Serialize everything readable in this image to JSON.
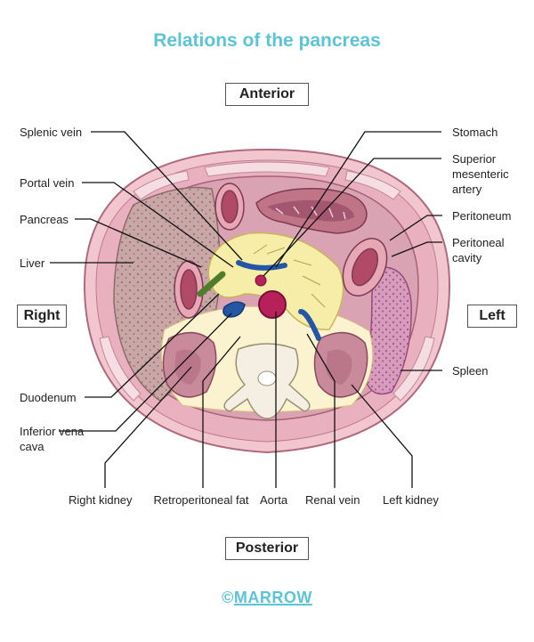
{
  "title": "Relations of the pancreas",
  "orientation": {
    "anterior": "Anterior",
    "posterior": "Posterior",
    "right": "Right",
    "left": "Left"
  },
  "labels": {
    "splenic_vein": "Splenic vein",
    "portal_vein": "Portal vein",
    "pancreas": "Pancreas",
    "liver": "Liver",
    "duodenum": "Duodenum",
    "inferior_vena_cava": "Inferior vena cava",
    "right_kidney": "Right kidney",
    "retroperitoneal_fat": "Retroperitoneal fat",
    "aorta": "Aorta",
    "renal_vein": "Renal vein",
    "left_kidney": "Left kidney",
    "stomach": "Stomach",
    "superior_mesenteric_artery": "Superior mesenteric artery",
    "peritoneum": "Peritoneum",
    "peritoneal_cavity": "Peritoneal cavity",
    "spleen": "Spleen"
  },
  "logo": {
    "copyright": "©",
    "brand": "MARROW"
  },
  "colors": {
    "title": "#5bc4d6",
    "body_wall": "#f2c6cf",
    "cavity": "#d9a3b3",
    "liver": "#c9a7a7",
    "pancreas": "#f6eda9",
    "fat": "#fbf3cf",
    "vessel_blue": "#2456a6",
    "artery_red": "#b8205a",
    "portal_green": "#4f7d2c"
  }
}
